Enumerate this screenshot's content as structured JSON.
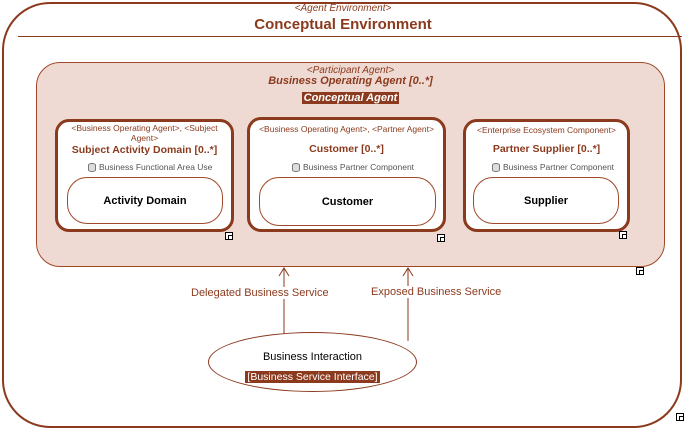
{
  "environment": {
    "stereotype": "<Agent Environment>",
    "title": "Conceptual Environment"
  },
  "agent": {
    "stereotype": "<Participant Agent>",
    "title": "Business Operating Agent [0..*]",
    "badge": "Conceptual Agent"
  },
  "cards": [
    {
      "stereotype": "<Business Operating Agent>, <Subject Agent>",
      "title": "Subject Activity Domain [0..*]",
      "component": "Business Functional Area Use",
      "inner": "Activity Domain"
    },
    {
      "stereotype": "<Business Operating Agent>, <Partner Agent>",
      "title": "Customer [0..*]",
      "component": "Business Partner Component",
      "inner": "Customer"
    },
    {
      "stereotype": "<Enterprise Ecosystem Component>",
      "title": "Partner Supplier [0..*]",
      "component": "Business Partner Component",
      "inner": "Supplier"
    }
  ],
  "links": {
    "delegated": "Delegated Business Service",
    "exposed": "Exposed Business Service"
  },
  "interaction": {
    "name": "Business Interaction",
    "badge": "[Business Service Interface]"
  },
  "colors": {
    "accent": "#8b3a1e",
    "agent_fill": "#efdad3"
  },
  "icons": [
    "database-icon",
    "expand-icon",
    "arrow-up-icon"
  ]
}
